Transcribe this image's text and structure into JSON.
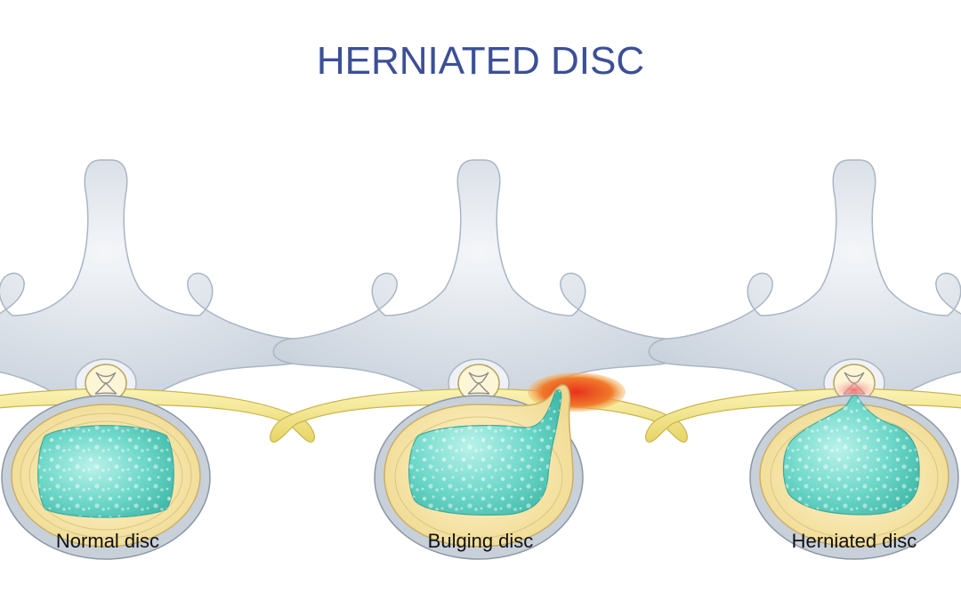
{
  "title": "HERNIATED DISC",
  "colors": {
    "title": "#3c4f97",
    "bone": "#dde3ea",
    "bone_edge": "#a9b6c4",
    "disc_ring": "#f6e6b4",
    "disc_ring_edge": "#c9b06a",
    "nucleus": "#6ed8c9",
    "nerve": "#f5ea8e",
    "inflammation": "#e8321e"
  },
  "panels": [
    {
      "label": "Normal disc",
      "variant": "normal"
    },
    {
      "label": "Bulging disc",
      "variant": "bulging"
    },
    {
      "label": "Herniated disc",
      "variant": "herniated"
    }
  ]
}
